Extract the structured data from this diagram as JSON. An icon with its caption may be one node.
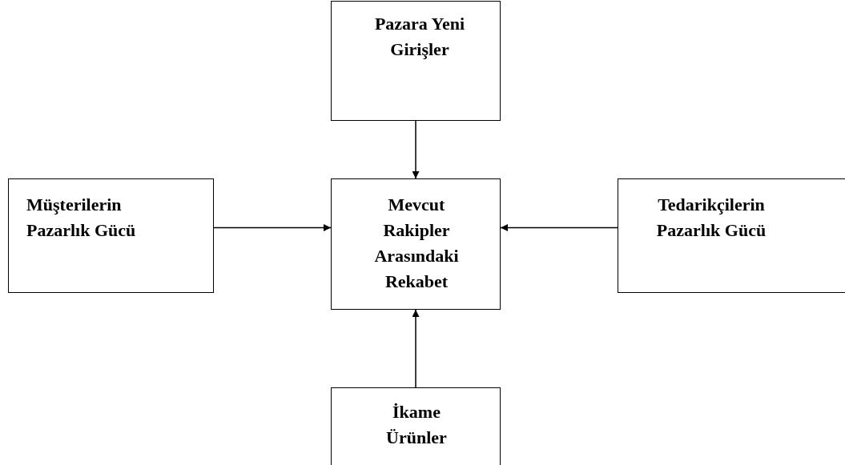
{
  "diagram": {
    "nodes": [
      {
        "text": [
          "Pazara Yeni Girişler"
        ]
      },
      {
        "text": [
          "Müşterilerin Pazarlık Gücü"
        ]
      },
      {
        "text": [
          "Mevcut Rakipler Arasındaki Rekabet"
        ]
      },
      {
        "text": [
          "Tedarikçilerin Pazarlık Gücü"
        ]
      },
      {
        "text": [
          "İkame Ürünler"
        ]
      }
    ],
    "edges": [
      {
        "from": 0,
        "to": 2,
        "arrow": "to"
      },
      {
        "from": 1,
        "to": 2,
        "arrow": "to"
      },
      {
        "from": 3,
        "to": 2,
        "arrow": "to"
      },
      {
        "from": 4,
        "to": 2,
        "arrow": "to"
      }
    ]
  }
}
